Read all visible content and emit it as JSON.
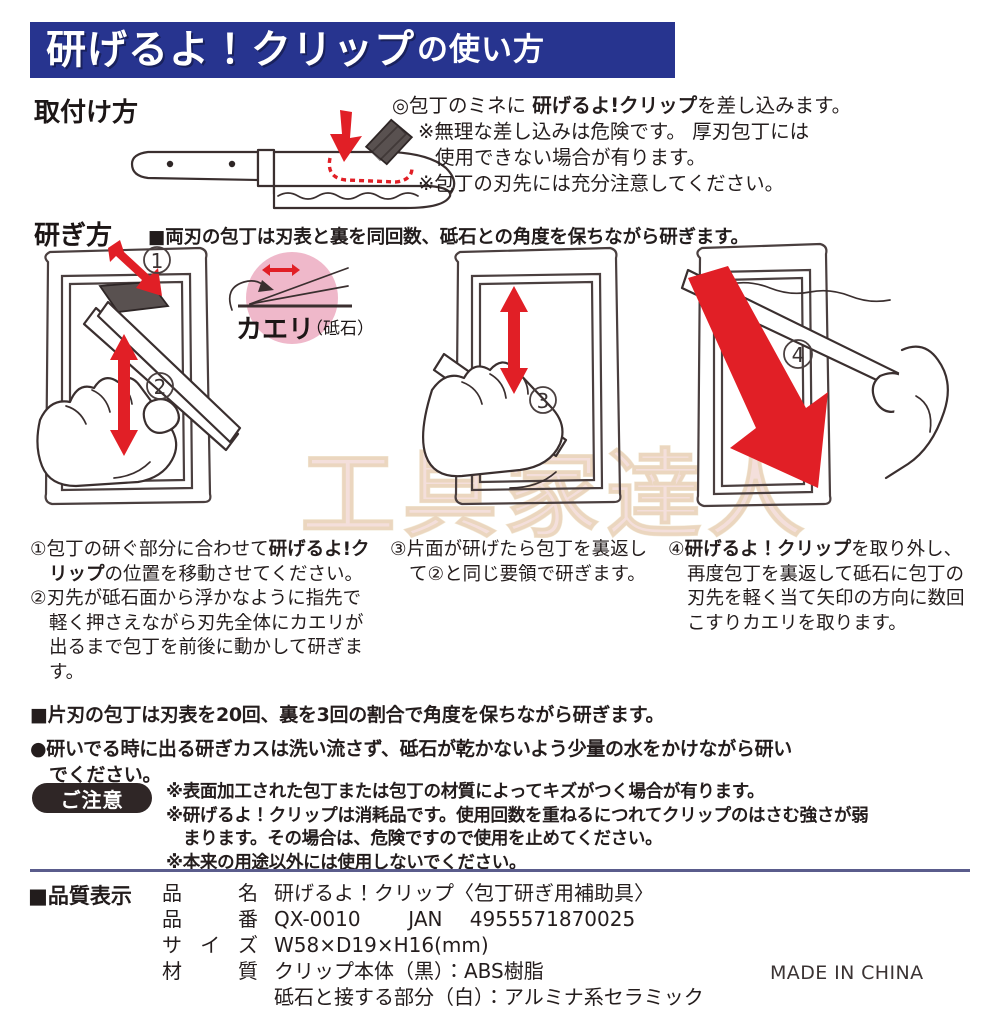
{
  "title": {
    "main": "研げるよ！クリップ",
    "sub": "の使い方"
  },
  "sections": {
    "attach": {
      "heading": "取付け方",
      "lead_pre": "◎包丁のミネに ",
      "lead_bold": "研げるよ!クリップ",
      "lead_post": "を差し込みます。",
      "note1_line1": "※無理な差し込みは危険です。 厚刃包丁には",
      "note1_line2": "使用できない場合が有ります。",
      "note2": "※包丁の刃先には充分注意してください。"
    },
    "sharpen": {
      "heading": "研ぎ方",
      "note": "■両刃の包丁は刃表と裏を同回数、砥石との角度を保ちながら研ぎます。"
    }
  },
  "diagram": {
    "burr_label": "カエリ",
    "whetstone_label": "（砥石）",
    "step_markers": [
      "①",
      "②",
      "③",
      "④"
    ]
  },
  "steps": {
    "step1": {
      "marker": "①",
      "pre": "包丁の研ぐ部分に合わせて",
      "bold": "研げるよ!クリップ",
      "post": "の位置を移動させてください。"
    },
    "step2": {
      "marker": "②",
      "text": "刃先が砥石面から浮かなように指先で軽く押さえながら刃先全体にカエリが出るまで包丁を前後に動かして研ぎます。"
    },
    "step3": {
      "marker": "③",
      "text": "片面が研げたら包丁を裏返して②と同じ要領で研ぎます。"
    },
    "step4": {
      "marker": "④",
      "bold": "研げるよ！クリップ",
      "post": "を取り外し、再度包丁を裏返して砥石に包丁の刃先を軽く当て矢印の方向に数回こすりカエリを取ります。"
    }
  },
  "bullets": {
    "bullet1": "■片刃の包丁は刃表を20回、裏を3回の割合で角度を保ちながら研ぎます。",
    "bullet2_line1": "●研いでる時に出る研ぎカスは洗い流さず、砥石が乾かないよう少量の水をかけながら研い",
    "bullet2_line2": "でください。"
  },
  "caution": {
    "badge": "ご注意",
    "item1": "※表面加工された包丁または包丁の材質によってキズがつく場合が有ります。",
    "item2_line1": "※研げるよ！クリップは消耗品です。使用回数を重ねるにつれてクリップのはさむ強さが弱",
    "item2_line2": "まります。その場合は、危険ですので使用を止めてください。",
    "item3": "※本来の用途以外には使用しないでください。"
  },
  "spec": {
    "heading": "■品質表示",
    "rows": [
      {
        "label": "品　名",
        "value": "研げるよ！クリップ〈包丁研ぎ用補助具〉"
      },
      {
        "label": "品　番",
        "value": "QX-0010",
        "extra_label": "JAN",
        "extra_value": "4955571870025"
      },
      {
        "label": "サイズ",
        "value": "W58×D19×H16(mm)"
      },
      {
        "label": "材　質",
        "value": "クリップ本体（黒）：ABS樹脂"
      },
      {
        "label": "",
        "value": "砥石と接する部分（白）：アルミナ系セラミック"
      }
    ],
    "made_in": "MADE IN CHINA"
  },
  "watermark": "工具家達人",
  "colors": {
    "banner_navy": "#27348f",
    "accent_red": "#e11f26",
    "badge_dark": "#2f2626",
    "divider": "#5a5c8c",
    "pink": "#e9a0b8"
  }
}
